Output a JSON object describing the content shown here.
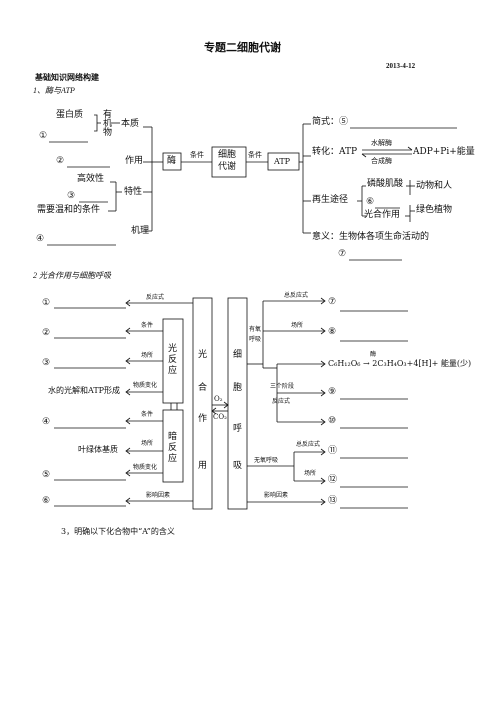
{
  "header": {
    "title": "专题二细胞代谢",
    "date": "2013-4-12",
    "section_title": "基础知识网络构建",
    "section1_label": "1、酶与ATP"
  },
  "diagram1": {
    "danbaizhi": "蛋白质",
    "youjiwu": [
      "有",
      "机",
      "物"
    ],
    "benzhi": "本质",
    "n1": "①",
    "n2": "②",
    "zuoyong": "作用",
    "gaoxiaoxing": "高效性",
    "n3": "③",
    "texing": "特性",
    "wenhe": "需要温和的条件",
    "n4": "④",
    "jili": "机理",
    "mei": "酶",
    "tiaojian_left": "条件",
    "xibao_daixie": [
      "细胞",
      "代谢"
    ],
    "tiaojian_right": "条件",
    "atp_box": "ATP",
    "jianshi": "简式：⑤",
    "zhuanhua_label": "转化：ATP",
    "shuijiemei": "水解酶",
    "hechengmei": "合成酶",
    "zhuanhua_products": "ADP+Pi+能量",
    "zaisheng": "再生途径",
    "linsuan": "磷酸肌酸",
    "dongwu": "动物和人",
    "n6": "⑥",
    "guanghe_zuoyong": "光合作用",
    "lvse": "绿色植物",
    "yiyi": "意义：生物体各项生命活动的",
    "n7": "⑦"
  },
  "section2_label": "2 光合作用与细胞呼吸",
  "diagram2": {
    "left_numbers": [
      "①",
      "②",
      "③",
      "④",
      "⑤",
      "⑥"
    ],
    "guangjie_text": "水的光解和ATP形成",
    "yeluti_text": "叶绿体基质",
    "fanyingshi": "反应式",
    "tiaojian1": "条件",
    "changsuo1": "场所",
    "wuzhi1": "物质变化",
    "tiaojian2": "条件",
    "changsuo2": "场所",
    "wuzhi2": "物质变化",
    "yingxiang_left": "影响因素",
    "guangfanying": [
      "光",
      "反",
      "应"
    ],
    "anfanying": [
      "暗",
      "反",
      "应"
    ],
    "guangheyong": [
      "光",
      "合",
      "作",
      "用"
    ],
    "o2": "O₂",
    "co2": "CO₂",
    "xibaohuxi": [
      "细",
      "胞",
      "呼",
      "吸"
    ],
    "youyang": [
      "有氧",
      "呼吸"
    ],
    "zongfanying1": "总反应式",
    "changsuo3": "场所",
    "sange": [
      "三个阶段",
      "反应式"
    ],
    "wuyang": "无氧呼吸",
    "zongfanying2": "总反应式",
    "changsuo4": "场所",
    "yingxiang_right": "影响因素",
    "right_numbers": [
      "⑦",
      "⑧",
      "⑨",
      "⑩",
      "⑪",
      "⑫",
      "⑬"
    ],
    "equation": "C₆H₁₂O₆ → 2C₃H₄O₃+4[H]+ 能量(少)",
    "equation_enzyme": "酶"
  },
  "section3_label": "3，明确以下化合物中“A”的含义"
}
